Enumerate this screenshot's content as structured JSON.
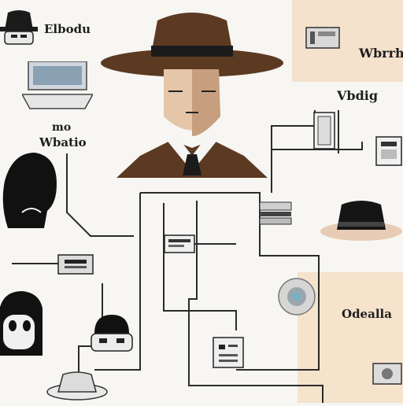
{
  "colors": {
    "background": "#f7f6f3",
    "panel_tint": "#f4e2cd",
    "hat_brown": "#5c3a22",
    "wire": "#2a2a2a",
    "skin": "#d9b79a"
  },
  "labels": {
    "top_left": "Elbodu",
    "top_right": "Wbrrho",
    "mid_right": "Vbdig",
    "left_small": "mo",
    "left_main": "Wbatio",
    "bottom_right": "Odealla"
  },
  "icons": [
    "detective-avatar-icon",
    "hat-icon",
    "laptop-icon",
    "head-silhouette-icon",
    "robot-face-icon",
    "server-icon",
    "document-icon",
    "speaker-icon",
    "camera-icon"
  ]
}
